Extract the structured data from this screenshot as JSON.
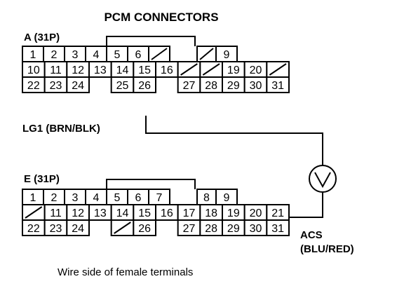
{
  "title": "PCM CONNECTORS",
  "caption": "Wire side of female terminals",
  "connector_a": {
    "label": "A (31P)",
    "wire_label": "LG1 (BRN/BLK)",
    "rows": [
      [
        "1",
        "2",
        "3",
        "4",
        "5",
        "6",
        "/",
        "",
        "/",
        "9"
      ],
      [
        "10",
        "11",
        "12",
        "13",
        "14",
        "15",
        "16",
        "/",
        "/",
        "19",
        "20",
        "/"
      ],
      [
        "22",
        "23",
        "24",
        "",
        "25",
        "26",
        "",
        "27",
        "28",
        "29",
        "30",
        "31"
      ]
    ]
  },
  "connector_e": {
    "label": "E (31P)",
    "wire_label_line1": "ACS",
    "wire_label_line2": "(BLU/RED)",
    "rows": [
      [
        "1",
        "2",
        "3",
        "4",
        "5",
        "6",
        "7",
        "",
        "8",
        "9"
      ],
      [
        "/",
        "11",
        "12",
        "13",
        "14",
        "15",
        "16",
        "17",
        "18",
        "19",
        "20",
        "21"
      ],
      [
        "22",
        "23",
        "24",
        "",
        "/",
        "26",
        "",
        "27",
        "28",
        "29",
        "30",
        "31"
      ]
    ]
  },
  "meter_symbol": "V"
}
